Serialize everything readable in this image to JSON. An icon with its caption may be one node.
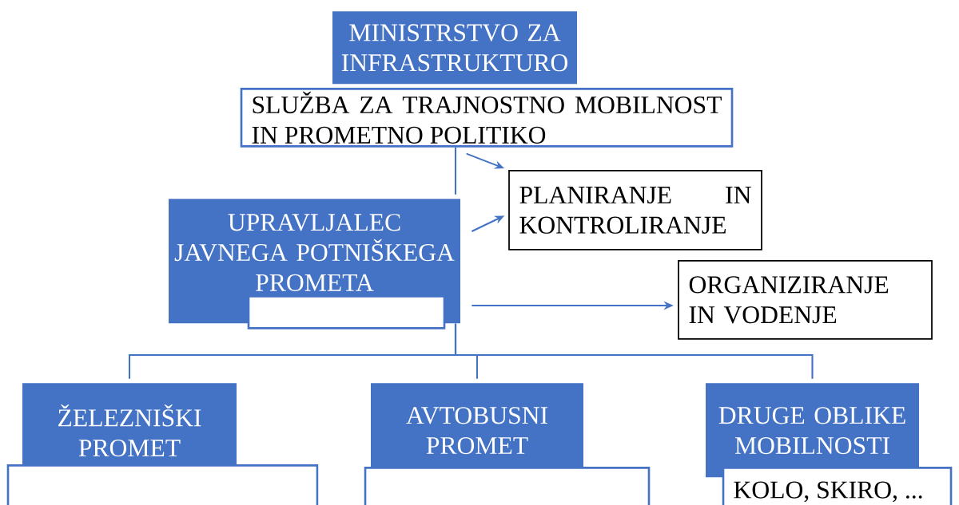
{
  "diagram": {
    "nodes": [
      {
        "text": [
          "MINISTRSTVO ZA INFRASTRUKTURO"
        ]
      },
      {
        "text": [
          "SLUŽBA ZA TRAJNOSTNO MOBILNOST IN PROMETNO POLITIKO"
        ]
      },
      {
        "text": [
          "PLANIRANJE IN KONTROLIRANJE"
        ]
      },
      {
        "text": [
          "UPRAVLJALEC JAVNEGA POTNIŠKEGA PROMETA"
        ]
      },
      {
        "text": [],
        "shape": "box"
      },
      {
        "text": [
          "ORGANIZIRANJE IN VODENJE"
        ]
      },
      {
        "text": [
          "ŽELEZNIŠKI PROMET"
        ]
      },
      {
        "text": [],
        "shape": "box"
      },
      {
        "text": [
          "AVTOBUSNI PROMET"
        ]
      },
      {
        "text": [],
        "shape": "box"
      },
      {
        "text": [
          "DRUGE OBLIKE MOBILNOSTI"
        ]
      },
      {
        "text": [
          "KOLO, SKIRO, ..."
        ]
      }
    ],
    "edges": [
      {
        "from": 1,
        "to": 3,
        "arrow": "none"
      },
      {
        "from": 1,
        "to": 2,
        "arrow": "to"
      },
      {
        "from": 3,
        "to": 2,
        "arrow": "to"
      },
      {
        "from": 3,
        "to": 5,
        "arrow": "to"
      },
      {
        "from": 3,
        "to": 6,
        "arrow": "none"
      },
      {
        "from": 3,
        "to": 8,
        "arrow": "none"
      },
      {
        "from": 3,
        "to": 10,
        "arrow": "none"
      }
    ]
  }
}
